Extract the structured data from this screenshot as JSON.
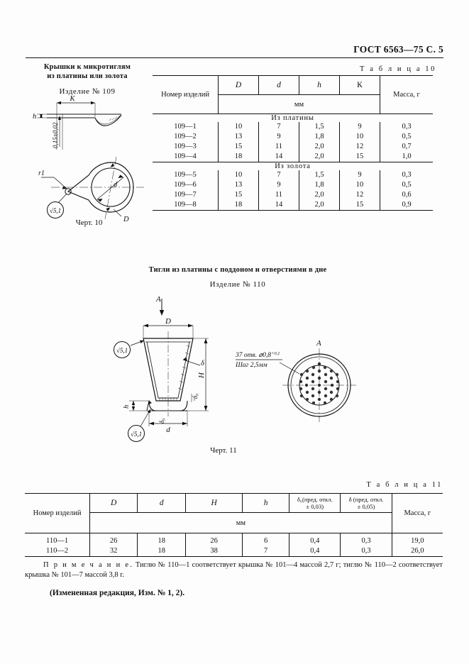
{
  "header": {
    "title": "ГОСТ 6563—75 С. 5"
  },
  "section1": {
    "title_line1": "Крышки к микротиглям",
    "title_line2": "из платины или золота",
    "product": "Изделие № 109",
    "figure_caption": "Черт. 10",
    "drawing_labels": {
      "k": "К",
      "h": "h",
      "thickness": "0,15±0,02",
      "radius": "r1",
      "roughness": "√5,1",
      "d_inner": "d",
      "d_outer": "D"
    }
  },
  "table10": {
    "label": "Т а б л и ц а   10",
    "columns": [
      "Номер изделий",
      "D",
      "d",
      "h",
      "К",
      "Масса, г"
    ],
    "unit_row": "мм",
    "groups": [
      {
        "name": "Из платины",
        "rows": [
          [
            "109—1",
            "10",
            "7",
            "1,5",
            "9",
            "0,3"
          ],
          [
            "109—2",
            "13",
            "9",
            "1,8",
            "10",
            "0,5"
          ],
          [
            "109—3",
            "15",
            "11",
            "2,0",
            "12",
            "0,7"
          ],
          [
            "109—4",
            "18",
            "14",
            "2,0",
            "15",
            "1,0"
          ]
        ]
      },
      {
        "name": "Из золота",
        "rows": [
          [
            "109—5",
            "10",
            "7",
            "1,5",
            "9",
            "0,3"
          ],
          [
            "109—6",
            "13",
            "9",
            "1,8",
            "10",
            "0,5"
          ],
          [
            "109—7",
            "15",
            "11",
            "2,0",
            "12",
            "0,6"
          ],
          [
            "109—8",
            "18",
            "14",
            "2,0",
            "15",
            "0,9"
          ]
        ]
      }
    ]
  },
  "section2": {
    "title": "Тигли из платины с поддоном и отверстиями в дне",
    "product": "Изделие № 110",
    "figure_caption": "Черт. 11",
    "drawing_labels": {
      "arrow_a": "A",
      "section_a": "A",
      "d_top": "D",
      "height": "H",
      "h_small": "h",
      "d_bottom": "d",
      "delta": "δ",
      "delta_zero": "δ₀",
      "roughness": "√5,1",
      "holes_line1": "37 отв. ⌀0,8",
      "holes_sup": "+0,1",
      "holes_line2": "Шаг 2,5мм"
    }
  },
  "table11": {
    "label": "Т а б л и ц а   11",
    "columns": [
      "Номер изделий",
      "D",
      "d",
      "H",
      "h",
      "Масса, г"
    ],
    "col_delta0_line1": "δ₀(пред. откл.",
    "col_delta0_line2": "± 0,03)",
    "col_delta_line1": "δ (пред. откл.",
    "col_delta_line2": "± 0,05)",
    "unit_row": "мм",
    "rows": [
      [
        "110—1",
        "26",
        "18",
        "26",
        "6",
        "0,4",
        "0,3",
        "19,0"
      ],
      [
        "110—2",
        "32",
        "18",
        "38",
        "7",
        "0,4",
        "0,3",
        "26,0"
      ]
    ]
  },
  "note": {
    "lead": "П р и м е ч а н и е.",
    "text": " Тиглю № 110—1 соответствует крышка № 101—4 массой 2,7 г; тиглю № 110—2 соответствует крышка № 101—7 массой 3,8 г."
  },
  "amendment": {
    "text": "(Измененная редакция, Изм. № 1, 2)."
  }
}
